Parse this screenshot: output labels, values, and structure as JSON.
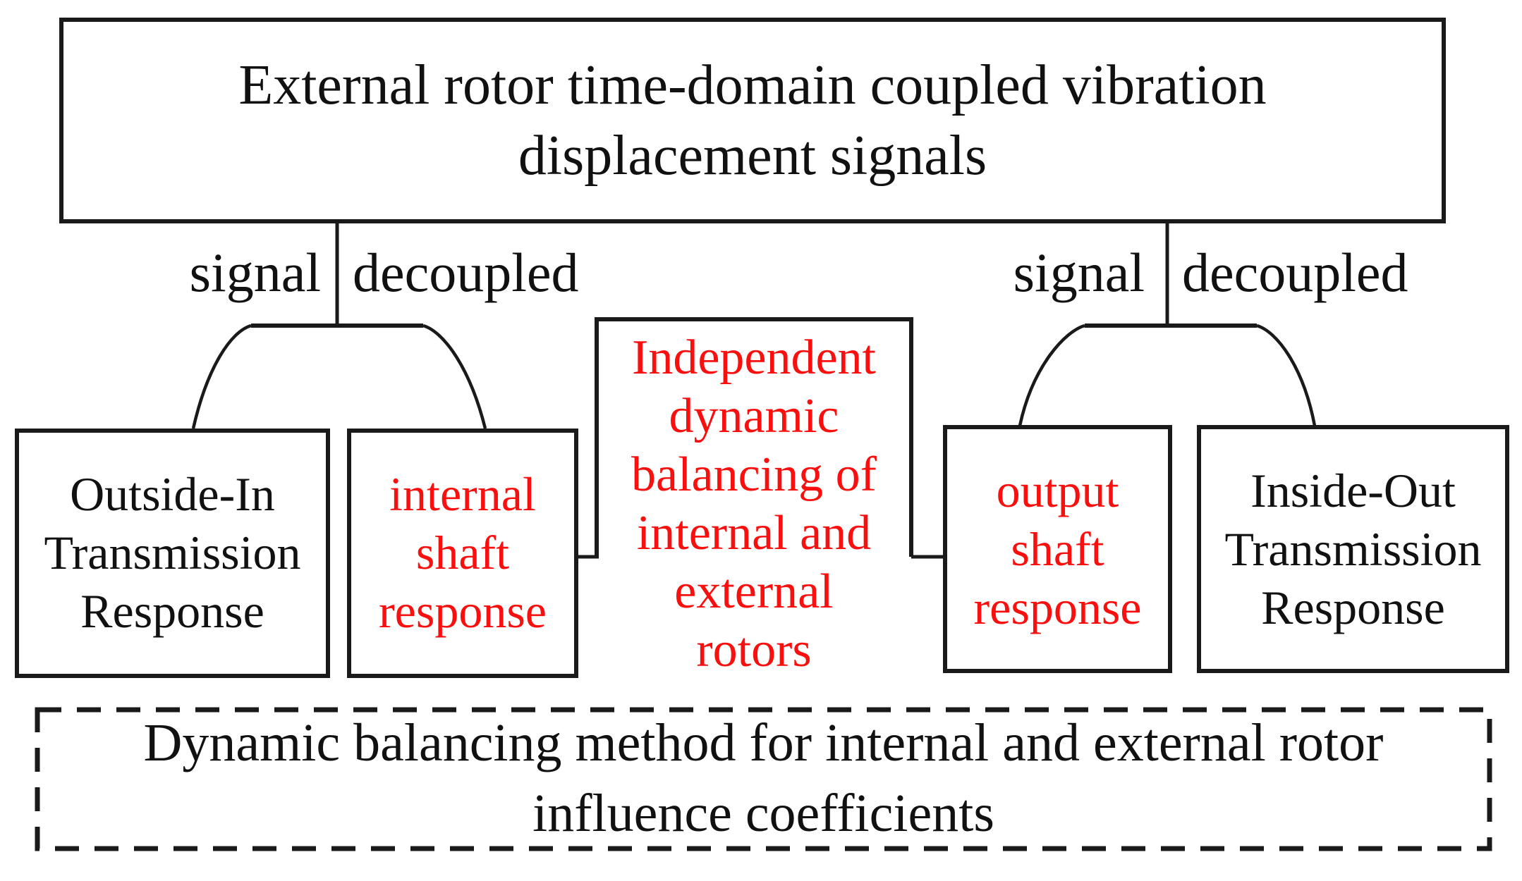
{
  "figure": {
    "top_box": {
      "line1": "External rotor time-domain coupled vibration",
      "line2": "displacement signals"
    },
    "left_branch": {
      "signal_label": "signal",
      "decoupled_label": "decoupled"
    },
    "right_branch": {
      "signal_label": "signal",
      "decoupled_label": "decoupled"
    },
    "outside_in_box": {
      "line1": "Outside-In",
      "line2": "Transmission",
      "line3": "Response"
    },
    "internal_shaft_box": {
      "line1": "internal",
      "line2": "shaft",
      "line3": "response"
    },
    "independent_box": {
      "line1": "Independent",
      "line2": "dynamic",
      "line3": "balancing of",
      "line4": "internal and",
      "line5": "external",
      "line6": "rotors"
    },
    "output_shaft_box": {
      "line1": "output",
      "line2": "shaft",
      "line3": "response"
    },
    "inside_out_box": {
      "line1": "Inside-Out",
      "line2": "Transmission",
      "line3": "Response"
    },
    "bottom_box": {
      "line1": "Dynamic balancing method for internal and external rotor",
      "line2": "influence coefficients"
    },
    "colors": {
      "red_text": "#fa0f0f",
      "black_text": "#111111",
      "line": "#1a1a1a",
      "background": "#ffffff"
    }
  }
}
